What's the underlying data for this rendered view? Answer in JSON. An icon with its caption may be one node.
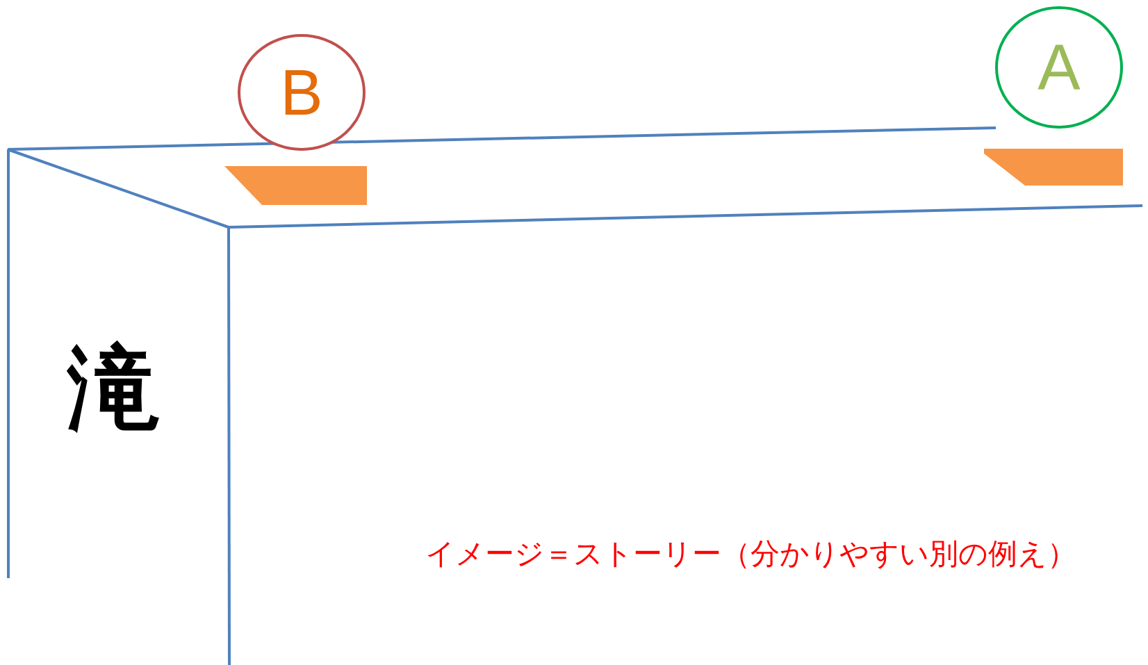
{
  "diagram": {
    "nodes": [
      {
        "text": [
          "B"
        ]
      },
      {
        "text": [
          "A"
        ]
      }
    ],
    "labels": [
      "滝",
      "イメージ＝ストーリー（分かりやすい別の例え）"
    ]
  }
}
